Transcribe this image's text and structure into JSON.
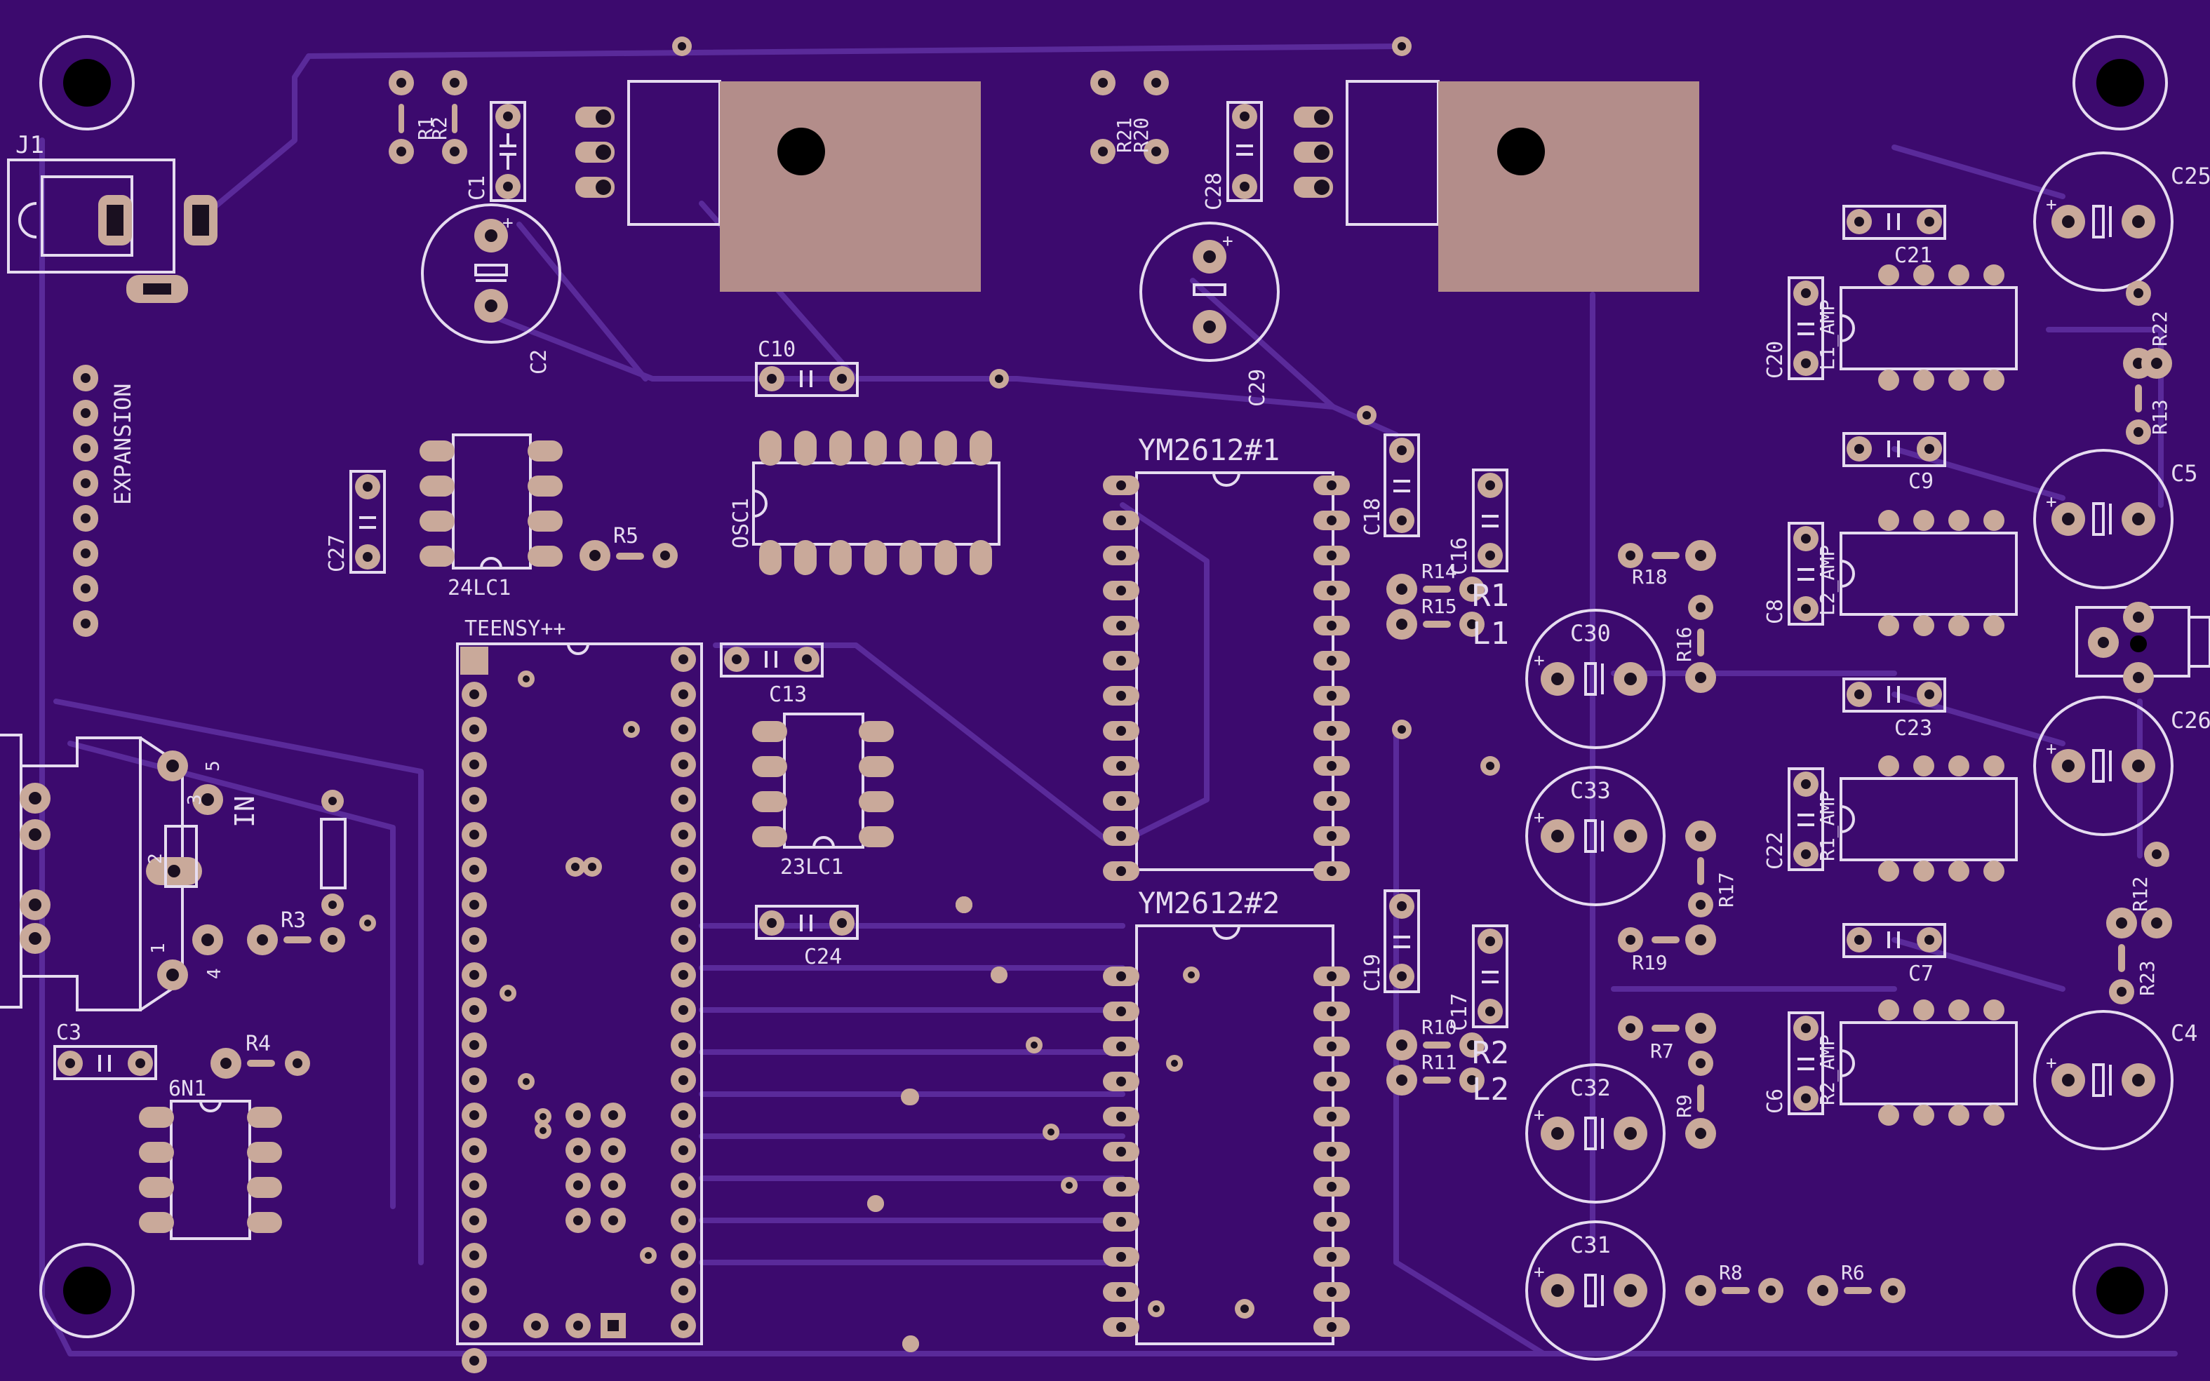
{
  "board": {
    "background": "#3c0a6e",
    "silk_color": "#e6dcf0",
    "pad_color": "#c9a99a"
  },
  "labels": {
    "j1": "J1",
    "expansion": "EXPANSION",
    "in": "IN",
    "teensy": "TEENSY++",
    "ic_24lc1": "24LC1",
    "ic_23lc1": "23LC1",
    "osc1": "OSC1",
    "ym1": "YM2612#1",
    "ym2": "YM2612#2",
    "n6n1": "6N1",
    "l1_amp": "L1_AMP",
    "l2_amp": "L2_AMP",
    "r1_amp": "R1_AMP",
    "r2_amp": "R2_AMP",
    "r1": "R1",
    "l1": "L1",
    "r2": "R2",
    "l2": "L2",
    "c1": "C1",
    "c2": "C2",
    "c3": "C3",
    "c4": "C4",
    "c5": "C5",
    "c6": "C6",
    "c7": "C7",
    "c8": "C8",
    "c9": "C9",
    "c10": "C10",
    "c13": "C13",
    "c16": "C16",
    "c17": "C17",
    "c18": "C18",
    "c19": "C19",
    "c20": "C20",
    "c21": "C21",
    "c22": "C22",
    "c23": "C23",
    "c24": "C24",
    "c25": "C25",
    "c26": "C26",
    "c27": "C27",
    "c28": "C28",
    "c29": "C29",
    "c30": "C30",
    "c31": "C31",
    "c32": "C32",
    "c33": "C33",
    "r1res": "R1",
    "r2res": "R2",
    "r3": "R3",
    "r4": "R4",
    "r5": "R5",
    "r6": "R6",
    "r7": "R7",
    "r8": "R8",
    "r9": "R9",
    "r10": "R10",
    "r11": "R11",
    "r12": "R12",
    "r13": "R13",
    "r14": "R14",
    "r15": "R15",
    "r16": "R16",
    "r17": "R17",
    "r18": "R18",
    "r19": "R19",
    "r20": "R20",
    "r21": "R21",
    "r22": "R22",
    "r23": "R23",
    "pin1": "1",
    "pin2": "2",
    "pin3": "3",
    "pin4": "4",
    "pin5": "5"
  }
}
